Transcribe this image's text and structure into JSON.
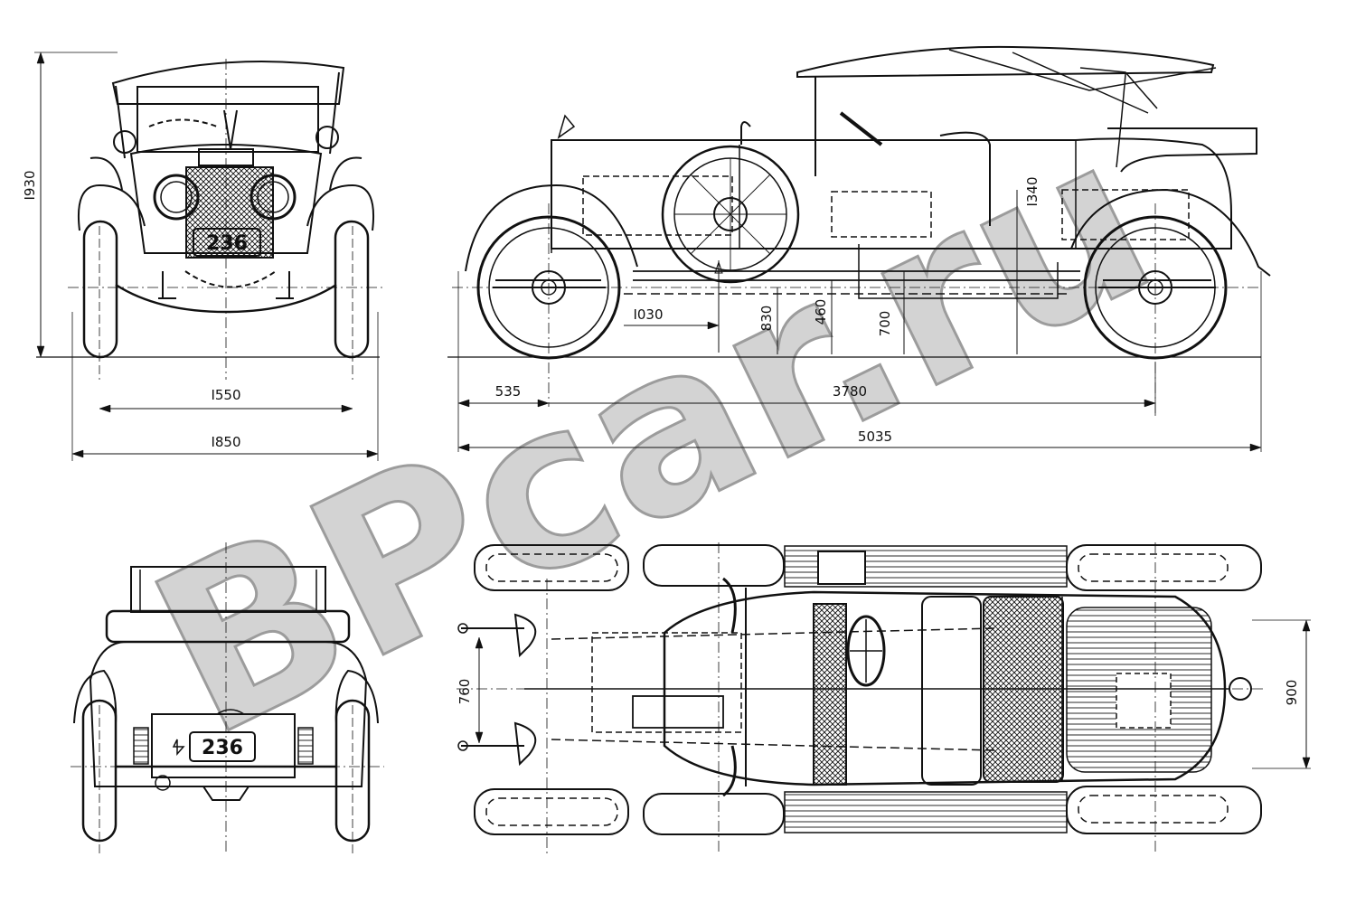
{
  "watermark": {
    "text": "BPcar.ru",
    "color": "#bdbdbd"
  },
  "front_view": {
    "plate": "236",
    "dims": {
      "height": "I930",
      "track": "I550",
      "width": "I850"
    }
  },
  "rear_view": {
    "plate": "236"
  },
  "side_view": {
    "dims": {
      "front_overhang": "535",
      "wheelbase": "3780",
      "length": "5035",
      "dim_1030": "I030",
      "dim_830": "830",
      "dim_460": "460",
      "dim_700": "700",
      "dim_1340": "I340"
    }
  },
  "top_view": {
    "dims": {
      "dim_760": "760",
      "dim_900": "900"
    }
  }
}
